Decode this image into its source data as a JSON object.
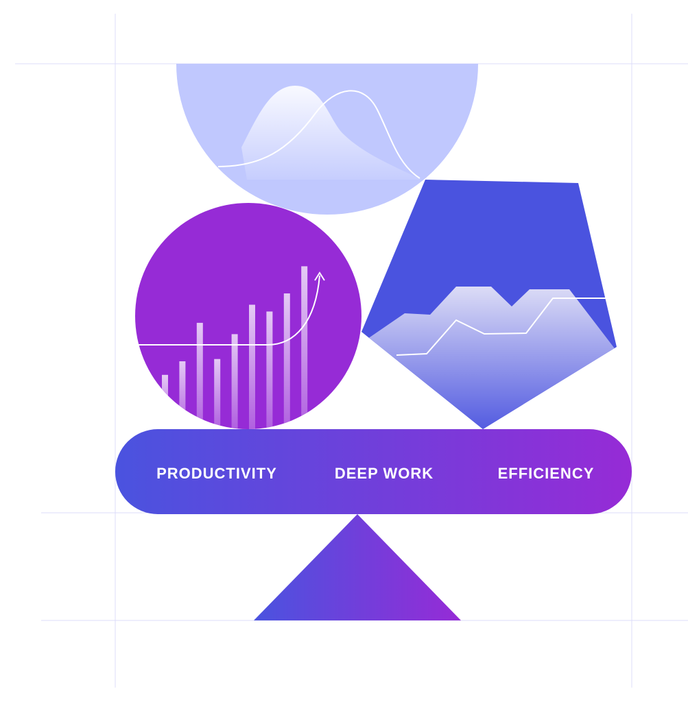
{
  "labels": {
    "productivity": "PRODUCTIVITY",
    "deep_work": "DEEP WORK",
    "efficiency": "EFFICIENCY"
  },
  "colors": {
    "light_circle": "#c0c8fe",
    "purple": "#962bd6",
    "blue": "#4a53df",
    "grid": "#dcdcfa"
  },
  "bar_values": [
    0.24,
    0.3,
    0.47,
    0.31,
    0.42,
    0.55,
    0.52,
    0.6,
    0.72
  ]
}
